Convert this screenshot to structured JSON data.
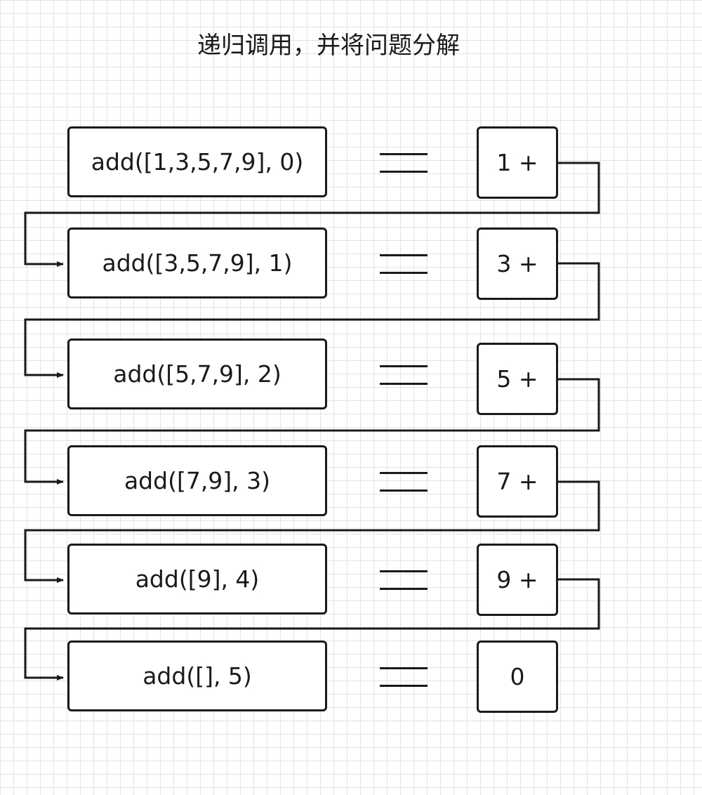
{
  "title": "递归调用，并将问题分解",
  "steps": [
    {
      "call": "add([1,3,5,7,9], 0)",
      "term": "1 +"
    },
    {
      "call": "add([3,5,7,9], 1)",
      "term": "3 +"
    },
    {
      "call": "add([5,7,9], 2)",
      "term": "5 +"
    },
    {
      "call": "add([7,9], 3)",
      "term": "7 +"
    },
    {
      "call": "add([9], 4)",
      "term": "9 +"
    },
    {
      "call": "add([], 5)",
      "term": "0"
    }
  ]
}
